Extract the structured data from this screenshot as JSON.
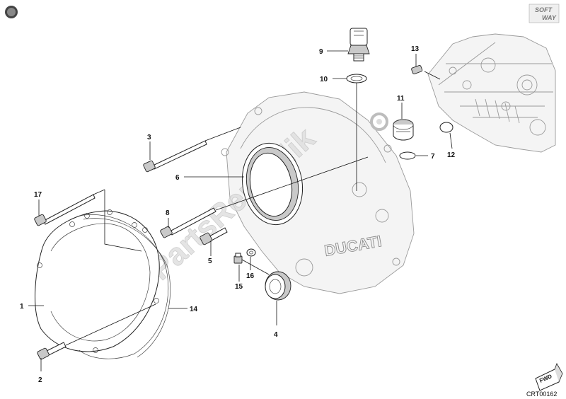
{
  "diagram": {
    "callouts": [
      {
        "id": "1",
        "label": "1"
      },
      {
        "id": "2",
        "label": "2"
      },
      {
        "id": "3",
        "label": "3"
      },
      {
        "id": "4",
        "label": "4"
      },
      {
        "id": "5",
        "label": "5"
      },
      {
        "id": "6",
        "label": "6"
      },
      {
        "id": "7",
        "label": "7"
      },
      {
        "id": "8",
        "label": "8"
      },
      {
        "id": "9",
        "label": "9"
      },
      {
        "id": "10",
        "label": "10"
      },
      {
        "id": "11",
        "label": "11"
      },
      {
        "id": "12",
        "label": "12"
      },
      {
        "id": "13",
        "label": "13"
      },
      {
        "id": "14",
        "label": "14"
      },
      {
        "id": "15",
        "label": "15"
      },
      {
        "id": "16",
        "label": "16"
      },
      {
        "id": "17",
        "label": "17"
      }
    ],
    "casting_text": "DUCATI",
    "watermark": "PartsRepublik",
    "brand_badge": {
      "top": "SOFT",
      "bottom": "WAY"
    },
    "fwd_label": "FWD",
    "drawing_code": "CRT00162"
  },
  "colors": {
    "line": "#111111",
    "ghost": "#9a9a9a",
    "shade": "#c9c9c9",
    "watermark": "#dcdcdc"
  }
}
